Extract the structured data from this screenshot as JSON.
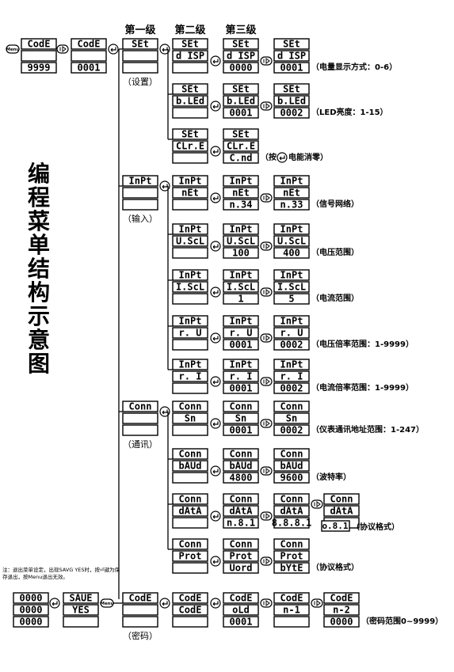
{
  "headers": [
    "第一级",
    "第二级",
    "第三级"
  ],
  "title": "编程菜单结构示意图",
  "menu_key": "Menu",
  "footnote": "注：退出菜单设定，出现SAVG YES时，按⏎键为保存退出，按Menu退出无效。",
  "groups": [
    {
      "label": "（设置）",
      "code": "SEt"
    },
    {
      "label": "（输入）",
      "code": "InPt"
    },
    {
      "label": "（通讯）",
      "code": "Conn"
    },
    {
      "label": "（密码）",
      "code": "CodE"
    }
  ],
  "start": {
    "code_top": "CodE",
    "pwd_initial": "9999",
    "pwd_entered": "0001"
  },
  "save": {
    "screens": [
      "0000",
      "0000",
      "0000"
    ],
    "top": "SAUE",
    "mid": "YES"
  },
  "rows": [
    {
      "top": "SEt",
      "mid2": "d ISP",
      "v3": "0000",
      "v4": "0001",
      "note": "（电量显示方式：0-6）"
    },
    {
      "top": "SEt",
      "mid2": "b.LEd",
      "v3": "0001",
      "v4": "0002",
      "note": "（LED亮度：1-15）"
    },
    {
      "top": "SEt",
      "mid2": "CLr.E",
      "v3": "C.nd",
      "note_a": "（按",
      "note_b": "电能消零）"
    },
    {
      "top": "InPt",
      "mid2": "nEt",
      "v3": "n.34",
      "v4": "n.33",
      "note": "（信号网络）"
    },
    {
      "top": "InPt",
      "mid2": "U.ScL",
      "v3": "100",
      "v4": "400",
      "note": "（电压范围）"
    },
    {
      "top": "InPt",
      "mid2": "I.ScL",
      "v3": "1",
      "v4": "5",
      "note": "（电流范围）"
    },
    {
      "top": "InPt",
      "mid2": "r.  U",
      "v3": "0001",
      "v4": "0002",
      "note": "（电压倍率范围：1-9999）"
    },
    {
      "top": "InPt",
      "mid2": "r.  I",
      "v3": "0001",
      "v4": "0002",
      "note": "（电流倍率范围：1-9999）"
    },
    {
      "top": "Conn",
      "mid2": "Sn",
      "v3": "0001",
      "v4": "0002",
      "note": "（仪表通讯地址范围：1-247）"
    },
    {
      "top": "Conn",
      "mid2": "bAUd",
      "v3": "4800",
      "v4": "9600",
      "note": "（波特率）"
    },
    {
      "top": "Conn",
      "mid2": "dAtA",
      "v3": "n.8.1",
      "v4": "8.8.8.1",
      "v5": "o.8.1",
      "note": "（协议格式）"
    },
    {
      "top": "Conn",
      "mid2": "Prot",
      "v3": "Uord",
      "v4": "bYtE",
      "note": "（协议格式）"
    },
    {
      "top": "CodE",
      "mid2": "CodE",
      "r3mid": "oLd",
      "r4mid": "n-1",
      "r5mid": "n-2",
      "v3": "0001",
      "v4": "0000",
      "note": "（密码范围0~9999）"
    }
  ]
}
